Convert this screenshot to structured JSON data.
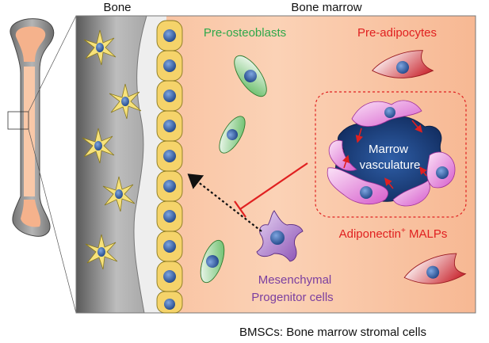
{
  "labels": {
    "bone": "Bone",
    "bone_marrow": "Bone marrow",
    "pre_osteoblasts": "Pre-osteoblasts",
    "pre_adipocytes": "Pre-adipocytes",
    "marrow_vasculature_line1": "Marrow",
    "marrow_vasculature_line2": "vasculature",
    "malps_prefix": "Adiponectin",
    "malps_sup": "+",
    "malps_suffix": " MALPs",
    "mesenchymal_line1": "Mesenchymal",
    "mesenchymal_line2": "Progenitor cells",
    "footnote": "BMSCs: Bone marrow stromal cells"
  },
  "colors": {
    "pre_osteoblasts_text": "#2ea84a",
    "pre_adipocytes_text": "#e02020",
    "malps_text": "#e02020",
    "mesenchymal_text": "#7b3fa0",
    "marrow_bg": "#f9c3a0",
    "bone_gray": "#8c8c8c",
    "osteoblast_yellow": "#f5d36a",
    "vasculature_blue": "#1d3f7a",
    "nucleus_blue": "#2f5a9e",
    "inhibition_red": "#e02020",
    "malp_pink": "#e07ad8"
  }
}
